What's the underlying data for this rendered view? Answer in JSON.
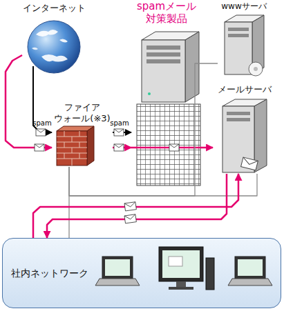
{
  "diagram": {
    "nodes": [
      {
        "text": [
          "インターネット"
        ]
      },
      {
        "text": [
          "spamメール 対策製品"
        ]
      },
      {
        "text": [
          "wwwサーバ"
        ]
      },
      {
        "text": [
          "ファイア ウォール(※3)"
        ]
      },
      {
        "text": [
          "メールサーバ"
        ]
      },
      {
        "text": [
          "社内ネットワーク"
        ]
      }
    ],
    "edges": [
      {
        "from": 0,
        "to": 3,
        "arrow": "to",
        "label": "spam"
      },
      {
        "from": 3,
        "to": 1,
        "arrow": "to",
        "label": "spam"
      },
      {
        "from": 0,
        "to": 3,
        "arrow": "to"
      },
      {
        "from": 3,
        "to": 1,
        "arrow": "to"
      },
      {
        "from": 1,
        "to": 4,
        "arrow": "to"
      },
      {
        "from": 5,
        "to": 4,
        "arrow": "to"
      },
      {
        "from": 4,
        "to": 5,
        "arrow": "to"
      },
      {
        "from": 3,
        "to": 2,
        "arrow": "none"
      },
      {
        "from": 3,
        "to": 4,
        "arrow": "none"
      },
      {
        "from": 3,
        "to": 5,
        "arrow": "none"
      }
    ]
  }
}
